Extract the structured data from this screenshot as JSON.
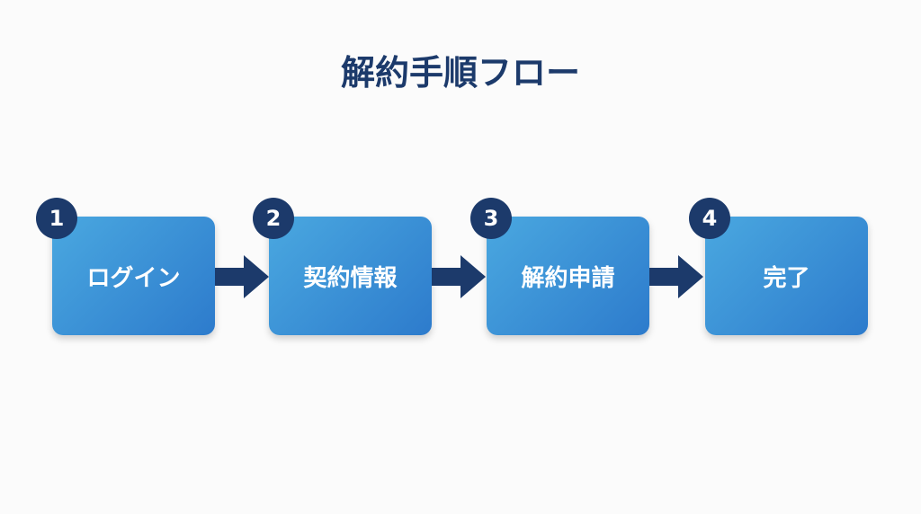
{
  "title": "解約手順フロー",
  "steps": [
    {
      "number": "1",
      "label": "ログイン"
    },
    {
      "number": "2",
      "label": "契約情報"
    },
    {
      "number": "3",
      "label": "解約申請"
    },
    {
      "number": "4",
      "label": "完了"
    }
  ],
  "colors": {
    "navy": "#1c3a6b",
    "box_start": "#4aa8e0",
    "box_end": "#2d7bcc"
  }
}
